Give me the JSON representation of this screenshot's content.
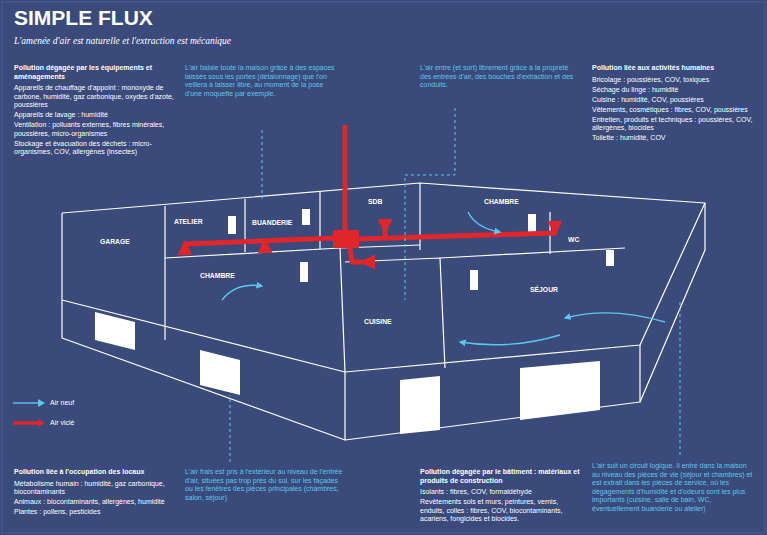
{
  "diagram": {
    "title": "SIMPLE FLUX",
    "labels": [
      "L'amenée d'air est naturelle et l'extraction est mécanique",
      "Pollution dégagée par les équipements et aménagements",
      "Appareils de chauffage d'appoint : monoxyde de carbone, humidité, gaz carbonique, oxydes d'azote, poussières",
      "Appareils de lavage : humidité",
      "Ventilation : polluants externes, fibres minérales, poussières, micro-organismes",
      "Stockage et évacuation des déchets : micro-organismes, COV, allergènes (insectes)",
      "L'air balaie toute la maison grâce à des espaces laissés sous les portes (détalonnage) que l'on veillera à laisser libre, au moment de la pose d'une moquette par exemple.",
      "L'air entre (et sort) librement grâce à la propreté des entrées d'air, des bouches d'extraction et des conduits.",
      "Pollution liée aux activités humaines",
      "Bricolage : poussières, COV, toxiques",
      "Séchage du linge : humidité",
      "Cuisine : humidité, COV, poussières",
      "Vêtements, cosmétiques : fibres, COV, poussières",
      "Entretien, produits et techniques : poussières, COV, allergènes, biocides",
      "Toilette : humidité, COV",
      "GARAGE",
      "ATELIER",
      "BUANDERIE",
      "SDB",
      "CHAMBRE",
      "WC",
      "CHAMBRE",
      "CUISINE",
      "SÉJOUR",
      "Pollution liée à l'occupation des locaux",
      "Métabolisme humain : humidité, gaz carbonique, biocontaminants",
      "Animaux : biocontaminants, allergènes, humidité",
      "Plantes : pollens, pesticides",
      "L'air frais est pris à l'extérieur au niveau de l'entrée d'air, situées pas trop près du sol, sur les façades ou les fenêtres des pièces principales (chambres, salon, séjour)",
      "Pollution dégagée par le bâtiment : matériaux et produits de construction",
      "Isolants : fibres, COV, formaldéhyde",
      "Revêtements sols et murs, peintures, vernis, enduits, colles : fibres, COV, biocontaminants, acariens, fongicides et biocides.",
      "L'air suit un circuit logique. Il entre dans la maison au niveau des pièces de vie (séjour et chambres) et est extrait dans les pièces de service, où les dégagements d'humidité et d'odeurs sont les plus importants (cuisine, salle de bain, WC, éventuellement buanderie ou atelier)"
    ],
    "legend": [
      {
        "text": "Air neuf"
      },
      {
        "text": "Air vicié"
      }
    ]
  }
}
